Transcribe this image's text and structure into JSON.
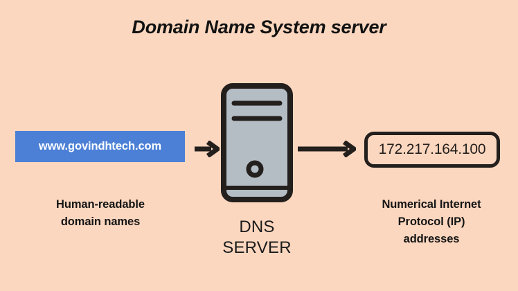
{
  "diagram": {
    "title": "Domain Name System server",
    "background_color": "#fcd7bf",
    "accent_color": "#4b80d6",
    "ink_color": "#231f1c"
  },
  "input_node": {
    "type": "domain-name-box",
    "value": "www.govindhtech.com",
    "fill_color": "#4b80d6",
    "text_color": "#ffffff",
    "caption_lines": [
      "Human-readable",
      "domain names"
    ]
  },
  "process_node": {
    "type": "server-tower",
    "label_lines": [
      "DNS",
      "SERVER"
    ],
    "body_color": "#b4bcc4",
    "outline_color": "#231f1c"
  },
  "output_node": {
    "type": "ip-address-box",
    "value": "172.217.164.100",
    "border_color": "#231f1c",
    "text_color": "#231f1c",
    "caption_lines": [
      "Numerical Internet",
      "Protocol (IP)",
      "addresses"
    ]
  },
  "connectors": [
    {
      "name": "arrow-domain-to-server",
      "direction": "right"
    },
    {
      "name": "arrow-server-to-ip",
      "direction": "right"
    }
  ]
}
